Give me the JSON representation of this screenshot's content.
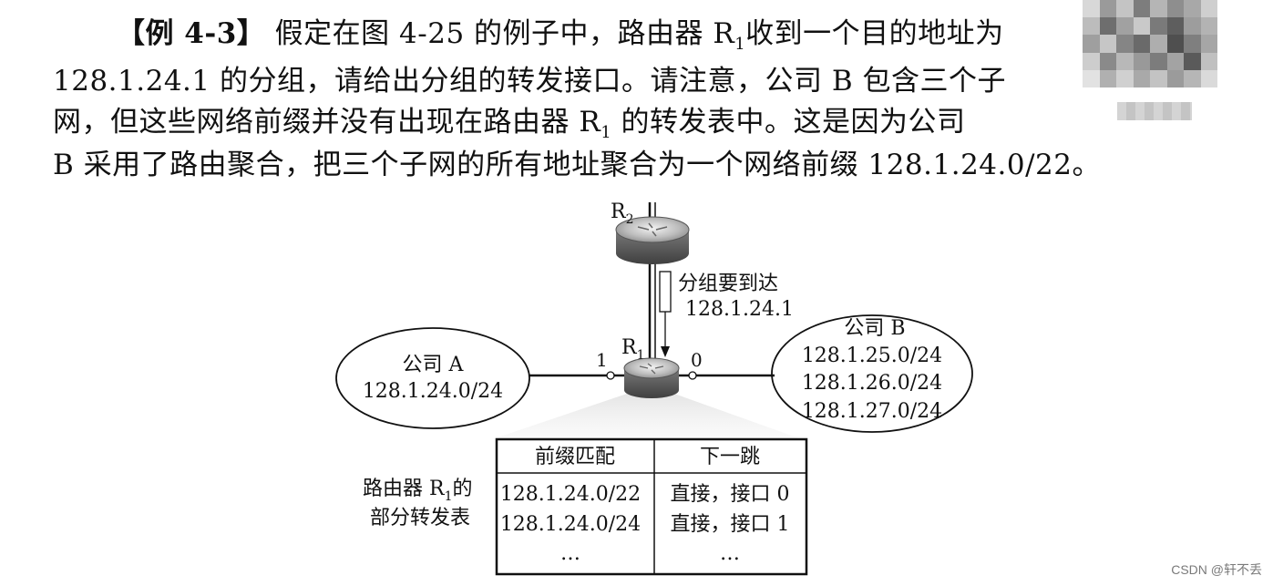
{
  "paragraph": {
    "line1_label": "【例 4-3】",
    "line1_a": "假定在图 4-25 的例子中，路由器 R",
    "line1_sub": "1",
    "line1_b": "收到一个目的地址为",
    "line2": "128.1.24.1 的分组，请给出分组的转发接口。请注意，公司 B 包含三个子",
    "line3_a": "网，但这些网络前缀并没有出现在路由器 R",
    "line3_sub": "1",
    "line3_b": " 的转发表中。这是因为公司",
    "line4": "B 采用了路由聚合，把三个子网的所有地址聚合为一个网络前缀 128.1.24.0/22。"
  },
  "diagram": {
    "r2_label": "R",
    "r2_sub": "2",
    "r1_label": "R",
    "r1_sub": "1",
    "packet_note": "分组要到达",
    "packet_addr": "128.1.24.1",
    "port_left": "1",
    "port_right": "0",
    "company_a": {
      "name": "公司 A",
      "prefix": "128.1.24.0/24"
    },
    "company_b": {
      "name": "公司 B",
      "prefixes": [
        "128.1.25.0/24",
        "128.1.26.0/24",
        "128.1.27.0/24"
      ]
    },
    "table_caption_1a": "路由器 R",
    "table_caption_1sub": "1",
    "table_caption_1b": "的",
    "table_caption_2": "部分转发表",
    "table": {
      "headers": [
        "前缀匹配",
        "下一跳"
      ],
      "rows": [
        [
          "128.1.24.0/22",
          "直接，接口 0"
        ],
        [
          "128.1.24.0/24",
          "直接，接口 1"
        ],
        [
          "…",
          "…"
        ]
      ]
    }
  },
  "watermark": "CSDN @轩不丢"
}
